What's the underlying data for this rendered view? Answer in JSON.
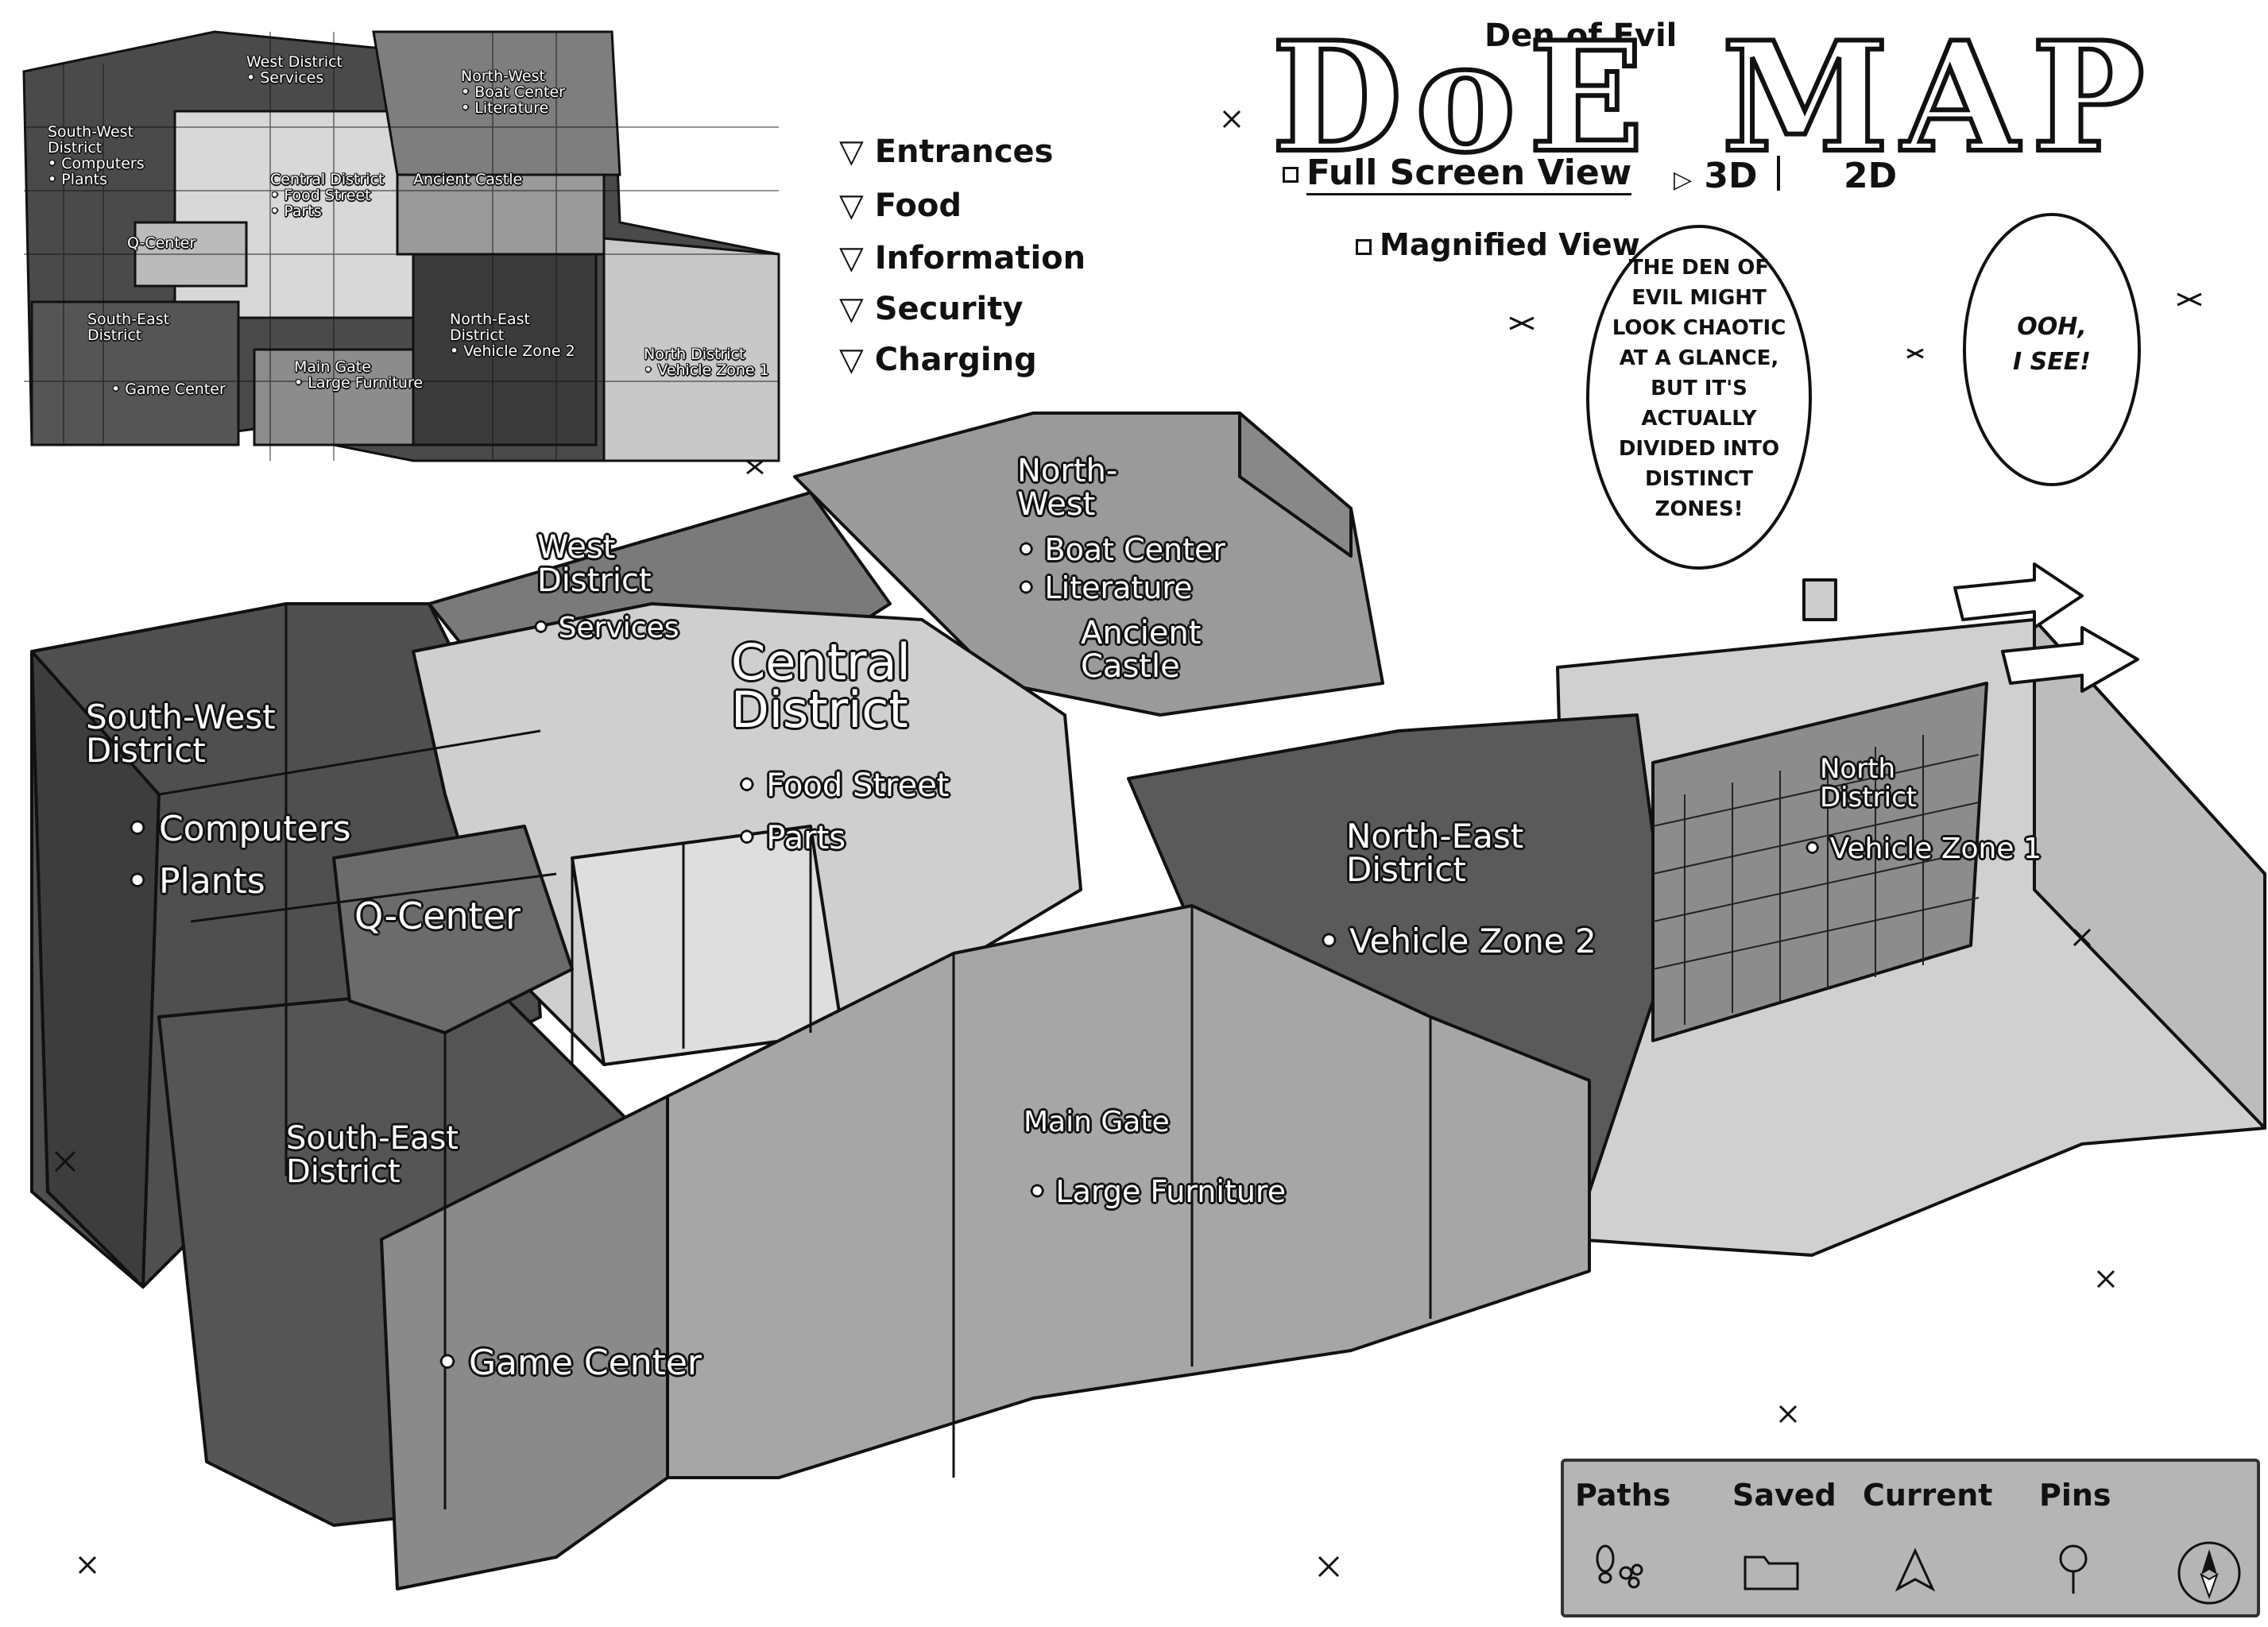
{
  "header": {
    "subtitle": "Den of Evil",
    "title": "DoE MAP",
    "full_screen_view": "Full Screen View",
    "magnified_view": "Magnified View",
    "mode_3d": "3D",
    "mode_2d": "2D",
    "mode_selected": "3D"
  },
  "legend": {
    "items": [
      "Entrances",
      "Food",
      "Information",
      "Security",
      "Charging"
    ],
    "marker": "▽"
  },
  "bubbles": {
    "left": "THE DEN OF EVIL MIGHT LOOK CHAOTIC AT A GLANCE, BUT IT'S ACTUALLY DIVIDED INTO DISTINCT ZONES!",
    "left_lines": [
      "THE DEN OF",
      "EVIL MIGHT",
      "LOOK CHAOTIC",
      "AT A GLANCE,",
      "BUT IT'S",
      "ACTUALLY",
      "DIVIDED INTO",
      "DISTINCT",
      "ZONES!"
    ],
    "right_lines": [
      "OOH,",
      "I SEE!"
    ]
  },
  "minimap": {
    "west": {
      "name": "West District",
      "items": [
        "• Services"
      ]
    },
    "north_west": {
      "name": "North-West",
      "items": [
        "• Boat Center",
        "• Literature"
      ]
    },
    "south_west": {
      "name_lines": [
        "South-West",
        "District"
      ],
      "items": [
        "• Computers",
        "• Plants"
      ]
    },
    "central": {
      "name": "Central District",
      "items": [
        "• Food Street",
        "• Parts"
      ]
    },
    "ancient": {
      "name": "Ancient Castle"
    },
    "q_center": {
      "name": "Q-Center"
    },
    "south_east": {
      "name_lines": [
        "South-East",
        "District"
      ],
      "items": [
        "• Game Center"
      ]
    },
    "main_gate": {
      "name": "Main Gate",
      "items": [
        "• Large Furniture"
      ]
    },
    "north_east": {
      "name_lines": [
        "North-East",
        "District"
      ],
      "items": [
        "• Vehicle Zone 2"
      ]
    },
    "north": {
      "name": "North District",
      "items": [
        "• Vehicle Zone 1"
      ]
    }
  },
  "map3d": {
    "west": {
      "name_lines": [
        "West",
        "District"
      ],
      "items": [
        "• Services"
      ]
    },
    "north_west": {
      "name_lines": [
        "North-",
        "West"
      ],
      "items": [
        "• Boat Center",
        "• Literature"
      ]
    },
    "ancient": {
      "name_lines": [
        "Ancient",
        "Castle"
      ]
    },
    "central": {
      "name_lines": [
        "Central",
        "District"
      ],
      "items": [
        "• Food Street",
        "• Parts"
      ]
    },
    "south_west": {
      "name_lines": [
        "South-West",
        "District"
      ],
      "items": [
        "• Computers",
        "• Plants"
      ]
    },
    "q_center": {
      "name": "Q-Center"
    },
    "north_east": {
      "name_lines": [
        "North-East",
        "District"
      ],
      "items": [
        "• Vehicle Zone 2"
      ]
    },
    "north": {
      "name_lines": [
        "North",
        "District"
      ],
      "items": [
        "• Vehicle Zone 1"
      ]
    },
    "main_gate": {
      "name": "Main Gate",
      "items": [
        "• Large Furniture"
      ]
    },
    "south_east": {
      "name_lines": [
        "South-East",
        "District"
      ],
      "items": [
        "• Game Center"
      ]
    }
  },
  "toolbar": {
    "paths": "Paths",
    "saved": "Saved",
    "current": "Current",
    "pins": "Pins",
    "icons": [
      "footprints-icon",
      "folder-icon",
      "arrow-up-icon",
      "pin-icon",
      "compass-icon"
    ]
  },
  "colors": {
    "dark": "#4a4a4a",
    "mid": "#7d7d7d",
    "light": "#bdbdbd",
    "pale": "#dcdcdc",
    "ink": "#111111",
    "toolbar_bg": "#b5b5b5"
  }
}
